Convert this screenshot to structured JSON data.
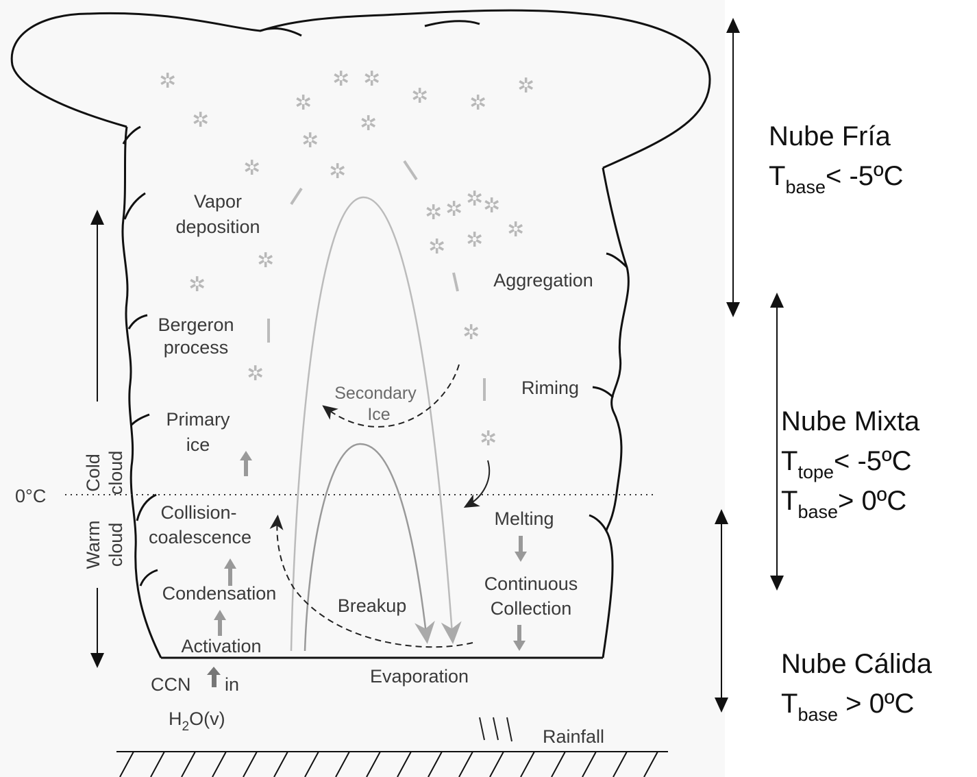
{
  "diagram": {
    "process_labels": {
      "vapor_deposition_1": "Vapor",
      "vapor_deposition_2": "deposition",
      "aggregation": "Aggregation",
      "bergeron_1": "Bergeron",
      "bergeron_2": "process",
      "riming": "Riming",
      "secondary_ice_1": "Secondary",
      "secondary_ice_2": "Ice",
      "primary_ice_1": "Primary",
      "primary_ice_2": "ice",
      "zero_c": "0°C",
      "collision_1": "Collision-",
      "collision_2": "coalescence",
      "melting": "Melting",
      "continuous_1": "Continuous",
      "continuous_2": "Collection",
      "condensation": "Condensation",
      "breakup": "Breakup",
      "activation": "Activation",
      "evaporation": "Evaporation",
      "ccn_prefix": "CCN",
      "ccn_suffix": "in",
      "h2o_h": "H",
      "h2o_sub": "2",
      "h2o_rest": "O(v)",
      "rainfall": "Rainfall"
    },
    "vertical_labels": {
      "cold_1": "Cold",
      "cold_2": "cloud",
      "warm_1": "Warm",
      "warm_2": "cloud"
    },
    "classification": {
      "fria": {
        "title": "Nube Fría",
        "l1_T": "T",
        "l1_sub": "base",
        "l1_rest": "< -5ºC"
      },
      "mixta": {
        "title": "Nube Mixta",
        "l1_T": "T",
        "l1_sub": "tope",
        "l1_rest": "< -5ºC",
        "l2_T": "T",
        "l2_sub": "base",
        "l2_rest": "> 0ºC"
      },
      "calida": {
        "title": "Nube Cálida",
        "l1_T": "T",
        "l1_sub": "base",
        "l1_rest": " > 0ºC"
      }
    },
    "icons": {
      "ice_crystal": "snowflake-icon"
    }
  }
}
